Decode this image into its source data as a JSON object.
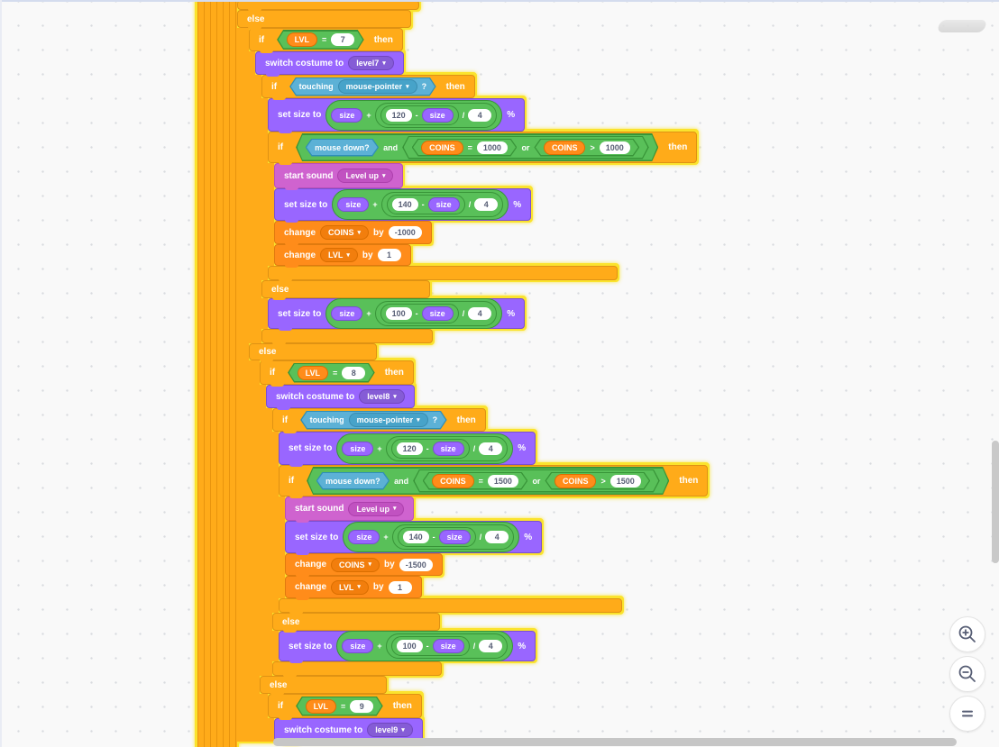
{
  "palette": {
    "control": "#FFAB19",
    "control_border": "#DF9213",
    "looks": "#9966FF",
    "looks_border": "#7A4FD1",
    "looks_field": "#855CD6",
    "sound": "#CF63CF",
    "sound_border": "#B94FB9",
    "sound_field": "#C152C1",
    "sensing": "#5CB1D6",
    "sensing_border": "#2E8EB8",
    "sensing_field": "#47A3C9",
    "operators": "#59C059",
    "operators_border": "#389438",
    "variables": "#FF8C1A",
    "variables_border": "#DB6E00",
    "glow": "#FBE32D",
    "canvas": "#F9F9F9",
    "input_text": "#575E75"
  },
  "labels": {
    "if": "if",
    "then": "then",
    "else": "else",
    "and": "and",
    "or": "or",
    "touching": "touching",
    "question": "?",
    "mouse_down": "mouse down?",
    "switch_costume_to": "switch costume to",
    "set_size_to": "set size to",
    "start_sound": "start sound",
    "change": "change",
    "by": "by",
    "percent": "%",
    "plus": "+",
    "minus": "-",
    "divide": "/",
    "equals": "=",
    "greater": ">",
    "size": "size",
    "caret": "▾"
  },
  "sections": [
    {
      "lvl": "LVL",
      "lvl_value": "7",
      "costume": "level7",
      "touch_target": "mouse-pointer",
      "grow_value": "120",
      "ease_divisor": "4",
      "coins": "COINS",
      "coins_value": "1000",
      "sound": "Level up",
      "click_value": "140",
      "coins_delta": "-1000",
      "lvl_delta": "1",
      "idle_value": "100"
    },
    {
      "lvl": "LVL",
      "lvl_value": "8",
      "costume": "level8",
      "touch_target": "mouse-pointer",
      "grow_value": "120",
      "ease_divisor": "4",
      "coins": "COINS",
      "coins_value": "1500",
      "sound": "Level up",
      "click_value": "140",
      "coins_delta": "-1500",
      "lvl_delta": "1",
      "idle_value": "100"
    },
    {
      "lvl": "LVL",
      "lvl_value": "9",
      "costume": "level9"
    }
  ],
  "controls": {
    "zoom_in_icon": "magnifier-plus",
    "zoom_out_icon": "magnifier-minus",
    "zoom_reset_icon": "equals-lines"
  }
}
